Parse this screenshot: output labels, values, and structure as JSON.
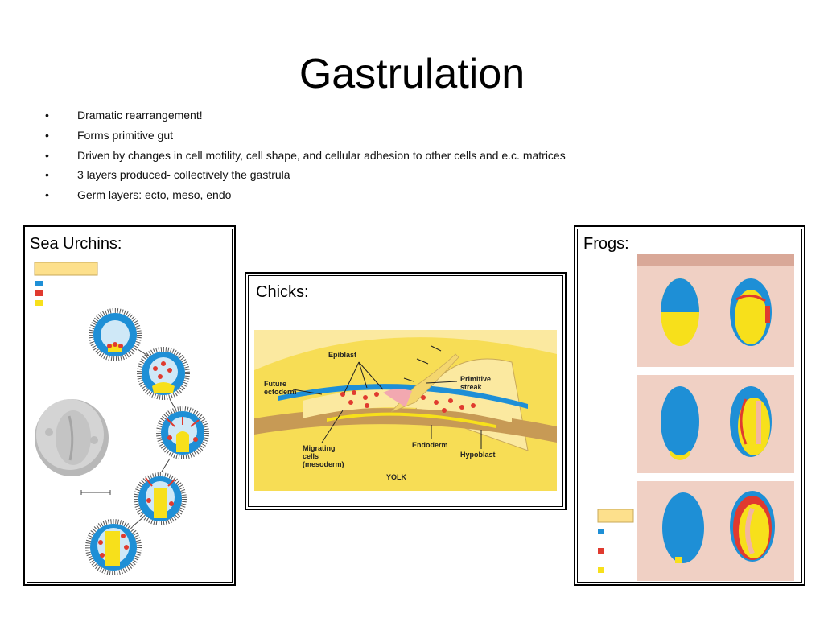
{
  "title": "Gastrulation",
  "bullets": [
    "Dramatic rearrangement!",
    "Forms primitive gut",
    "Driven by changes in cell motility, cell shape, and cellular adhesion to other cells and e.c. matrices",
    "3 layers produced- collectively the gastrula",
    "Germ layers: ecto, meso, endo"
  ],
  "bullet_char": "•",
  "panels": {
    "sea_urchins": {
      "label": "Sea Urchins:"
    },
    "chicks": {
      "label": "Chicks:",
      "diagram_labels": {
        "epiblast": "Epiblast",
        "future_ectoderm_1": "Future",
        "future_ectoderm_2": "ectoderm",
        "primitive_streak_1": "Primitive",
        "primitive_streak_2": "streak",
        "migrating_1": "Migrating",
        "migrating_2": "cells",
        "migrating_3": "(mesoderm)",
        "endoderm": "Endoderm",
        "hypoblast": "Hypoblast",
        "yolk": "YOLK"
      }
    },
    "frogs": {
      "label": "Frogs:"
    }
  },
  "colors": {
    "ectoderm_blue": "#1e8fd6",
    "mesoderm_red": "#e03a2f",
    "endoderm_yellow": "#f7e01b",
    "legend_tan": "#fde08c",
    "frog_background": "#f0d0c4",
    "yolk_yellow": "#f7dd55"
  }
}
